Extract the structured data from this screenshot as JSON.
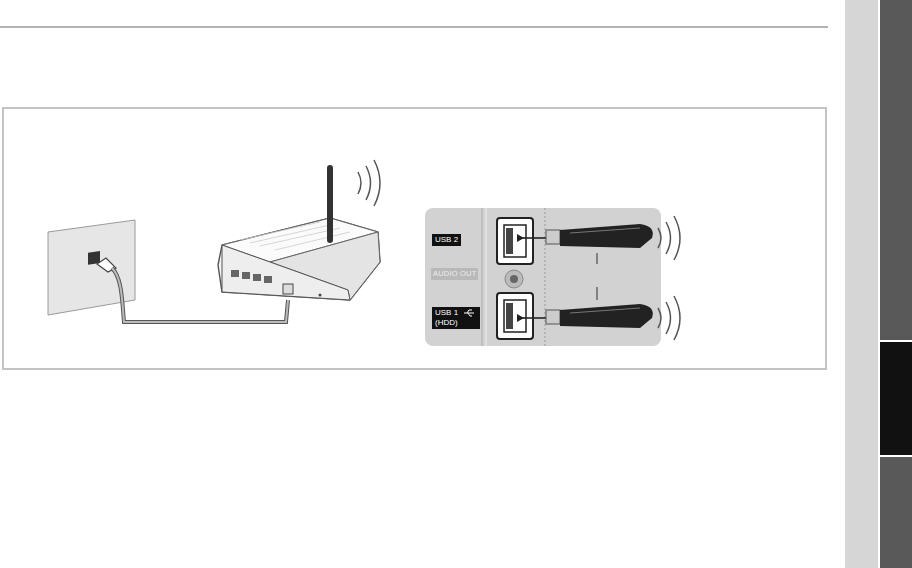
{
  "diagram": {
    "nodes": [
      {
        "text": [
          "USB 2"
        ]
      },
      {
        "text": [
          "AUDIO OUT"
        ]
      },
      {
        "text": [
          "USB 1 (HDD)"
        ]
      }
    ]
  }
}
